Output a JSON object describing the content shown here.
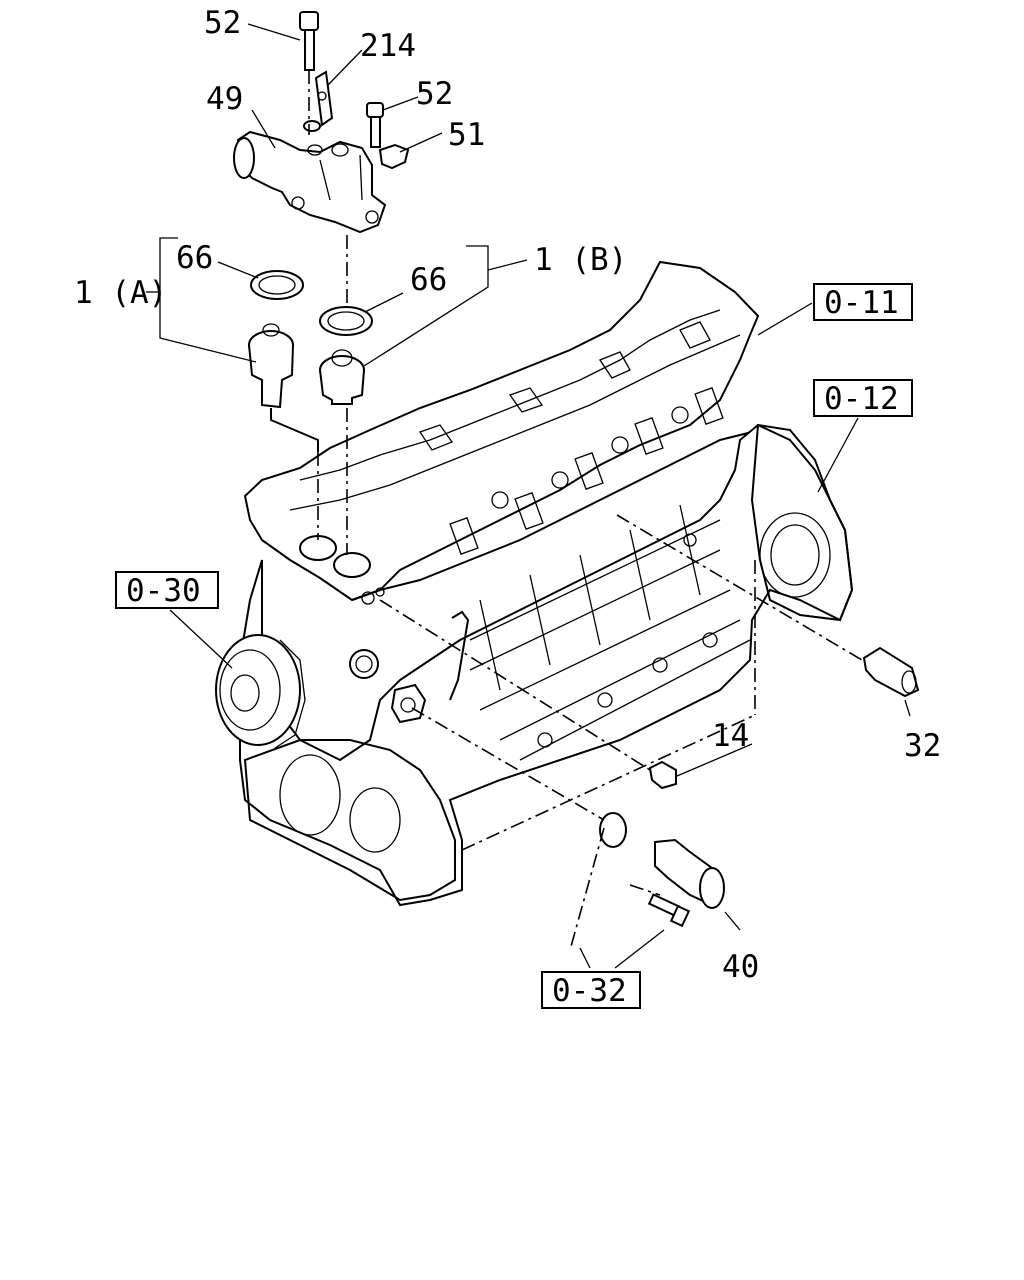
{
  "callouts": {
    "bolt_top": "52",
    "bracket": "214",
    "housing": "49",
    "bolt_mid": "52",
    "clip": "51",
    "gasket_a": "66",
    "gasket_b": "66",
    "thermostat_a": "1 (A)",
    "thermostat_b": "1 (B)",
    "plug_right": "32",
    "plug_small": "14",
    "outlet_pipe": "40"
  },
  "references": {
    "ref_0_11": "0-11",
    "ref_0_12": "0-12",
    "ref_0_30": "0-30",
    "ref_0_32": "0-32"
  },
  "icons": {
    "engine": "engine-block-icon",
    "thermostat": "thermostat-icon",
    "gasket": "gasket-ring-icon",
    "bolt": "bolt-icon"
  }
}
